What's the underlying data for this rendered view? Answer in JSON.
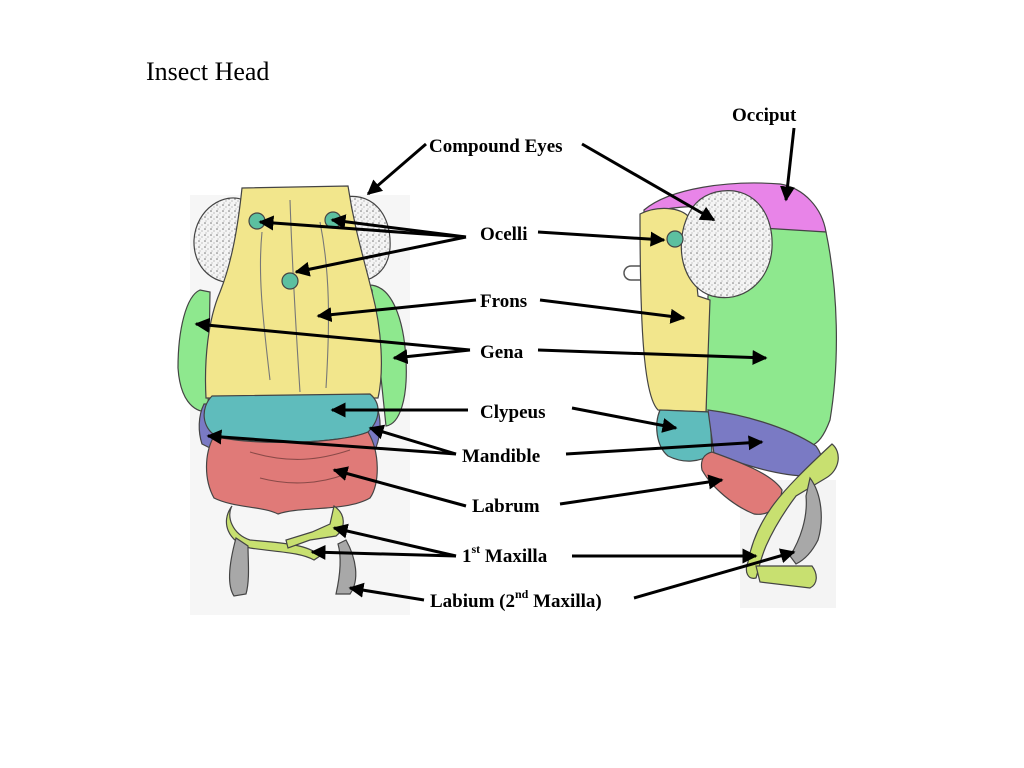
{
  "title": "Insect Head",
  "labels": {
    "occiput": "Occiput",
    "compound_eyes": "Compound Eyes",
    "ocelli": "Ocelli",
    "frons": "Frons",
    "gena": "Gena",
    "clypeus": "Clypeus",
    "mandible": "Mandible",
    "labrum": "Labrum",
    "maxilla_pre": "1",
    "maxilla_sup": "st",
    "maxilla_post": " Maxilla",
    "labium_pre": "Labium (2",
    "labium_sup": "nd",
    "labium_post": " Maxilla)"
  },
  "colors": {
    "frons": "#f2e68c",
    "gena": "#8ee88e",
    "clypeus": "#5fbcbc",
    "labrum": "#e07a78",
    "mandible": "#7a7ac4",
    "occiput": "#e884e8",
    "maxilla": "#c8e070",
    "labium": "#a8a8a8",
    "eye": "#e6e6e6",
    "ocellus": "#5cc0a0"
  }
}
